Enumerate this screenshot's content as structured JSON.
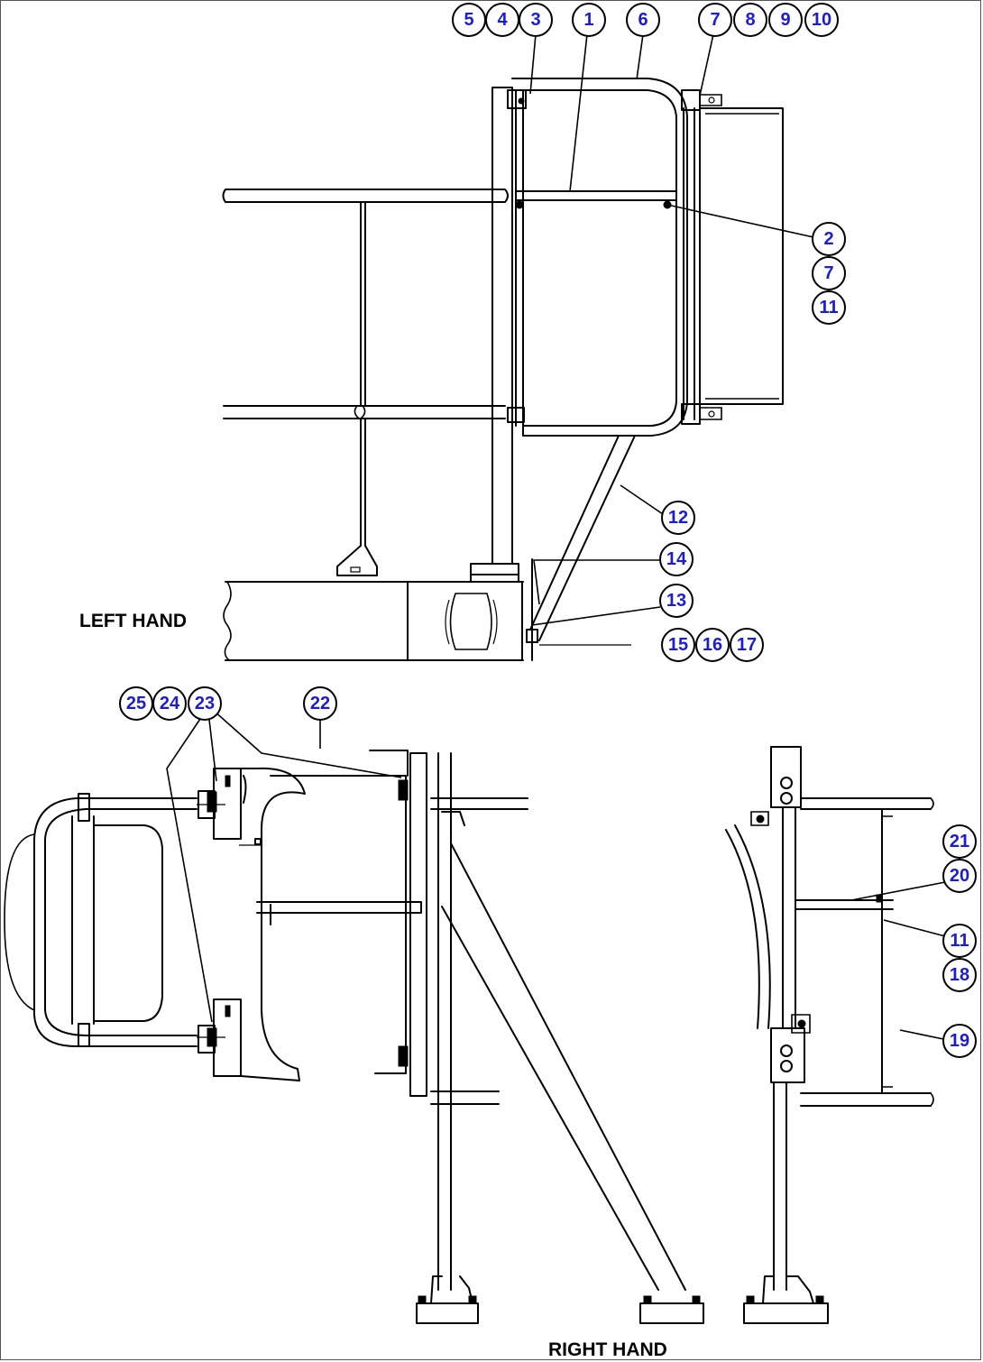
{
  "views": {
    "left": "LEFT HAND",
    "right": "RIGHT HAND"
  },
  "callouts": {
    "c5": "5",
    "c4": "4",
    "c3": "3",
    "c1": "1",
    "c6": "6",
    "c7a": "7",
    "c8": "8",
    "c9": "9",
    "c10": "10",
    "c2": "2",
    "c7b": "7",
    "c11a": "11",
    "c12": "12",
    "c14": "14",
    "c13": "13",
    "c15": "15",
    "c16": "16",
    "c17": "17",
    "c25": "25",
    "c24": "24",
    "c23": "23",
    "c22": "22",
    "c21": "21",
    "c20": "20",
    "c11b": "11",
    "c18": "18",
    "c19": "19"
  },
  "colors": {
    "callout_text": "#1c1cd6",
    "linework": "#000000"
  }
}
